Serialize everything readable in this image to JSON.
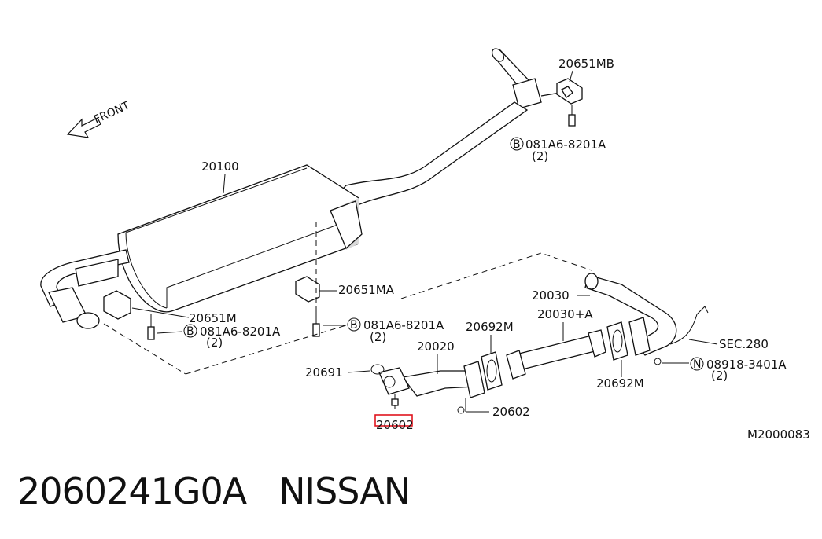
{
  "diagram": {
    "front_label": "FRONT",
    "ref_code": "M2000083",
    "highlight_color": "#e0141e",
    "labels": {
      "p20651MB": "20651MB",
      "b081_top": "081A6-8201A",
      "b081_top_qty": "(2)",
      "p20100": "20100",
      "p20651MA": "20651MA",
      "b081_mid": "081A6-8201A",
      "b081_mid_qty": "(2)",
      "p20651M": "20651M",
      "b081_left": "081A6-8201A",
      "b081_left_qty": "(2)",
      "p20030": "20030",
      "p20030A": "20030+A",
      "p20692M_a": "20692M",
      "p20020": "20020",
      "sec280": "SEC.280",
      "p20691": "20691",
      "n08918": "08918-3401A",
      "n08918_qty": "(2)",
      "p20692M_b": "20692M",
      "p20602_a": "20602",
      "p20602_b": "20602"
    },
    "circle_letters": {
      "b": "B",
      "n": "N"
    }
  },
  "footer": {
    "part_number_line": "2060241G0A   NISSAN"
  }
}
